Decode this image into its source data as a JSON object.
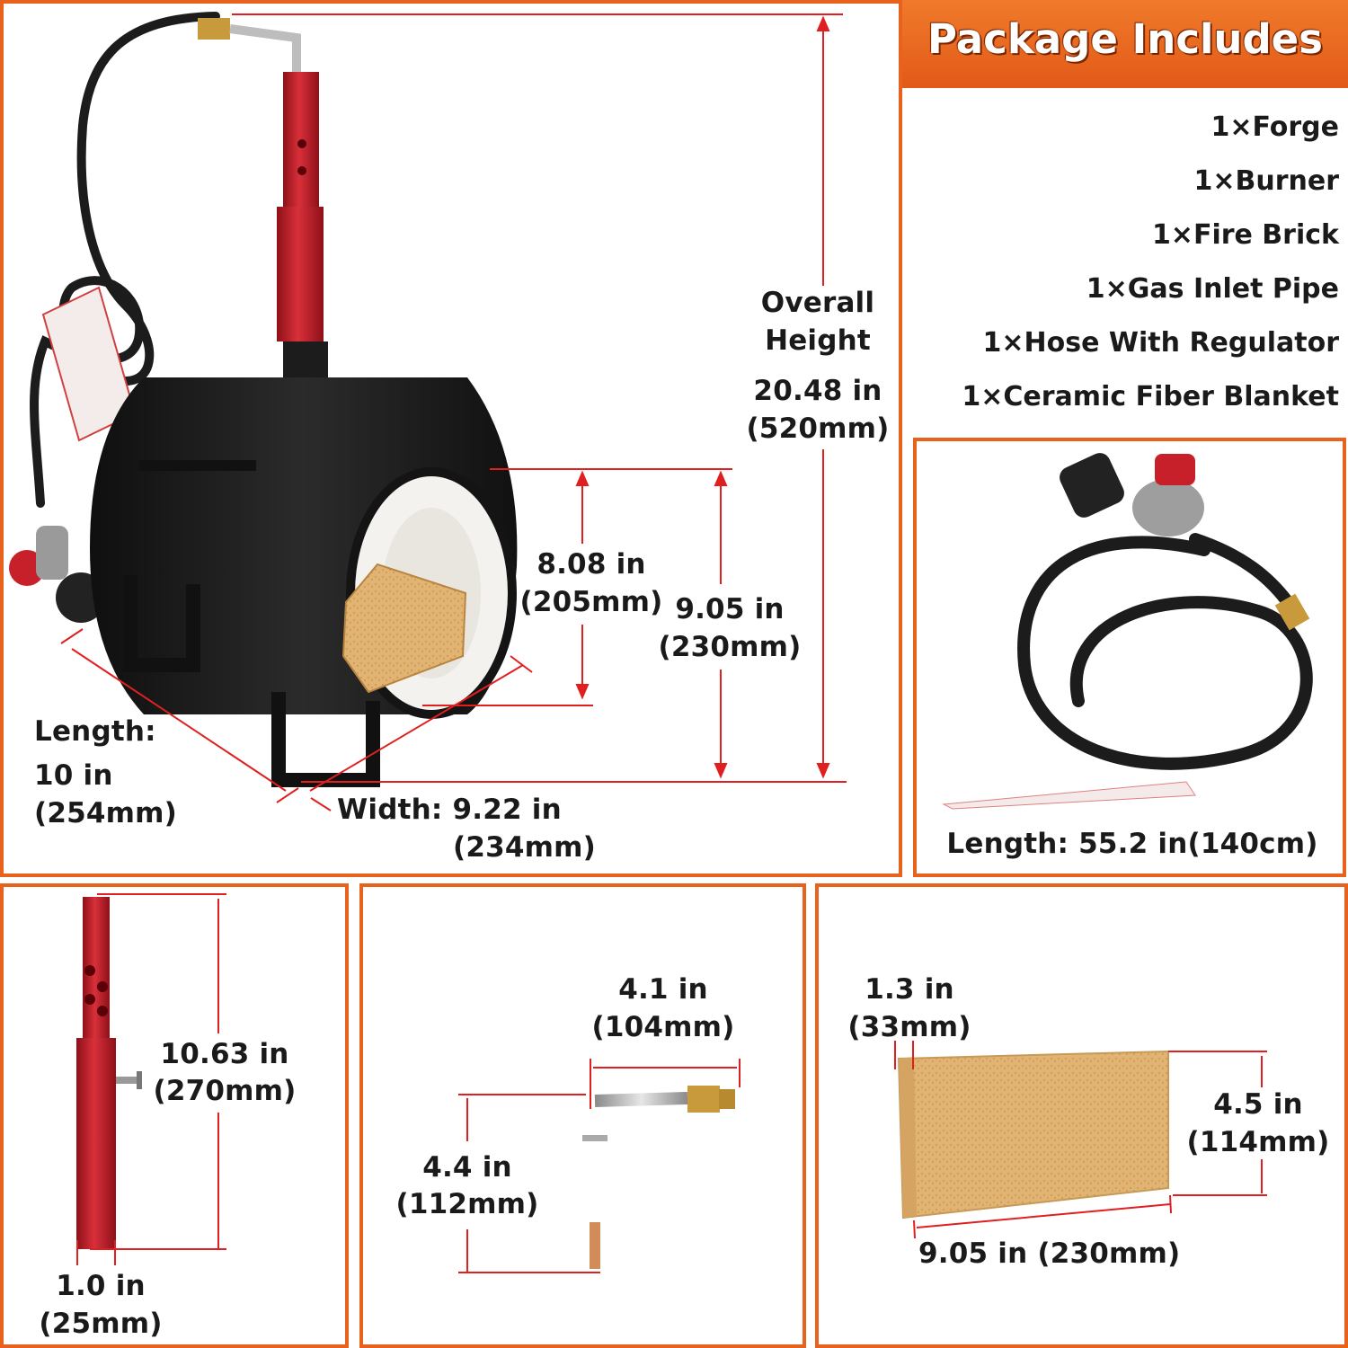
{
  "package": {
    "title": "Package Includes",
    "items": [
      "1×Forge",
      "1×Burner",
      "1×Fire Brick",
      "1×Gas Inlet Pipe",
      "1×Hose With Regulator",
      "1×Ceramic Fiber Blanket"
    ]
  },
  "forge": {
    "overall_height_label": "Overall\nHeight",
    "overall_height_in": "20.48 in",
    "overall_height_mm": "(520mm)",
    "opening_in": "8.08 in",
    "opening_mm": "(205mm)",
    "body_height_in": "9.05 in",
    "body_height_mm": "(230mm)",
    "length_label": "Length:",
    "length_in": "10 in",
    "length_mm": "(254mm)",
    "width_label": "Width: 9.22 in",
    "width_mm": "(234mm)"
  },
  "hose": {
    "length": "Length: 55.2 in(140cm)"
  },
  "burner": {
    "height_in": "10.63 in",
    "height_mm": "(270mm)",
    "diameter_in": "1.0 in",
    "diameter_mm": "(25mm)"
  },
  "pipe": {
    "width_in": "4.1 in",
    "width_mm": "(104mm)",
    "height_in": "4.4 in",
    "height_mm": "(112mm)"
  },
  "brick": {
    "thickness_in": "1.3 in",
    "thickness_mm": "(33mm)",
    "height_in": "4.5 in",
    "height_mm": "(114mm)",
    "length": "9.05 in (230mm)"
  },
  "colors": {
    "accent": "#e8621d",
    "dimension_line": "#e02020",
    "burner_red": "#c8202a",
    "brick": "#e0b070",
    "forge_body": "#1b1b1b"
  }
}
